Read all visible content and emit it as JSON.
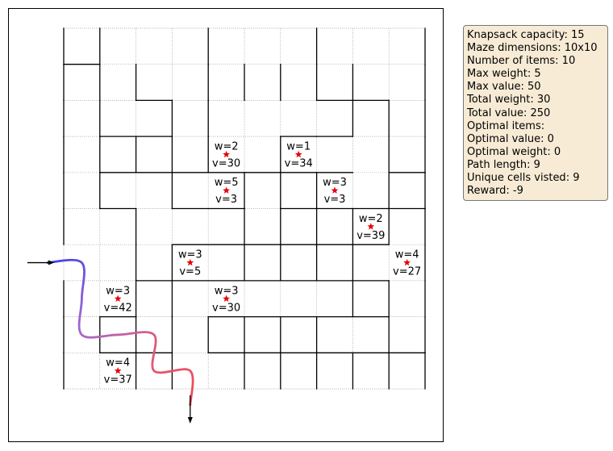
{
  "maze": {
    "rows": 10,
    "cols": 10,
    "walls": {
      "h": [
        [
          0,
          0,
          0,
          0,
          0,
          0,
          0,
          0,
          0,
          0
        ],
        [
          1,
          0,
          0,
          0,
          0,
          0,
          0,
          0,
          0,
          0
        ],
        [
          0,
          0,
          1,
          0,
          0,
          0,
          0,
          1,
          1,
          0
        ],
        [
          0,
          1,
          1,
          0,
          0,
          0,
          1,
          1,
          0,
          0
        ],
        [
          0,
          1,
          1,
          1,
          1,
          1,
          1,
          1,
          0,
          1
        ],
        [
          0,
          1,
          0,
          1,
          1,
          0,
          1,
          1,
          1,
          1
        ],
        [
          0,
          0,
          0,
          1,
          1,
          1,
          1,
          1,
          1,
          0
        ],
        [
          0,
          0,
          1,
          1,
          1,
          1,
          1,
          1,
          1,
          0
        ],
        [
          0,
          1,
          0,
          0,
          1,
          1,
          1,
          1,
          1,
          0
        ],
        [
          0,
          1,
          1,
          0,
          1,
          1,
          1,
          1,
          1,
          1
        ],
        [
          0,
          0,
          0,
          0,
          0,
          0,
          0,
          0,
          0,
          0
        ]
      ],
      "v": [
        [
          1,
          1,
          0,
          0,
          1,
          0,
          0,
          1,
          0,
          0,
          1
        ],
        [
          1,
          1,
          1,
          0,
          1,
          1,
          1,
          1,
          1,
          0,
          1
        ],
        [
          1,
          1,
          0,
          1,
          1,
          0,
          0,
          0,
          1,
          1,
          1
        ],
        [
          1,
          1,
          1,
          1,
          1,
          0,
          1,
          0,
          0,
          1,
          1
        ],
        [
          1,
          1,
          0,
          1,
          0,
          1,
          1,
          1,
          0,
          1,
          1
        ],
        [
          1,
          0,
          1,
          0,
          0,
          1,
          1,
          1,
          1,
          1,
          1
        ],
        [
          0,
          0,
          1,
          1,
          0,
          1,
          1,
          1,
          1,
          0,
          1
        ],
        [
          1,
          0,
          1,
          1,
          0,
          0,
          0,
          0,
          1,
          1,
          1
        ],
        [
          1,
          1,
          1,
          1,
          1,
          1,
          1,
          1,
          0,
          1,
          1
        ],
        [
          1,
          0,
          1,
          1,
          0,
          1,
          1,
          1,
          1,
          1,
          1
        ]
      ]
    },
    "entrance": {
      "row": 6,
      "col": 0
    },
    "exit": {
      "row": 9,
      "col": 3
    },
    "path_cells": [
      [
        6,
        0
      ],
      [
        7,
        0
      ],
      [
        8,
        0
      ],
      [
        8,
        1
      ],
      [
        8,
        2
      ],
      [
        9,
        2
      ],
      [
        9,
        3
      ]
    ],
    "path_gradient": [
      "#3d3de6",
      "#a06ad0",
      "#e05a7a",
      "#ef4a5a"
    ],
    "item_color": "#e8000b"
  },
  "items": [
    {
      "row": 3,
      "col": 4,
      "w": "w=2",
      "v": "v=30"
    },
    {
      "row": 3,
      "col": 6,
      "w": "w=1",
      "v": "v=34"
    },
    {
      "row": 4,
      "col": 4,
      "w": "w=5",
      "v": "v=3"
    },
    {
      "row": 4,
      "col": 7,
      "w": "w=3",
      "v": "v=3"
    },
    {
      "row": 5,
      "col": 8,
      "w": "w=2",
      "v": "v=39"
    },
    {
      "row": 6,
      "col": 3,
      "w": "w=3",
      "v": "v=5"
    },
    {
      "row": 6,
      "col": 9,
      "w": "w=4",
      "v": "v=27"
    },
    {
      "row": 7,
      "col": 1,
      "w": "w=3",
      "v": "v=42"
    },
    {
      "row": 7,
      "col": 4,
      "w": "w=3",
      "v": "v=30"
    },
    {
      "row": 9,
      "col": 1,
      "w": "w=4",
      "v": "v=37"
    }
  ],
  "info": {
    "capacity": "Knapsack capacity: 15",
    "dimensions": "Maze dimensions: 10x10",
    "num_items": "Number of items: 10",
    "max_weight": "Max weight: 5",
    "max_value": "Max value: 50",
    "total_weight": "Total weight: 30",
    "total_value": "Total value: 250",
    "optimal_items": "Optimal items:",
    "optimal_value": "Optimal value: 0",
    "optimal_weight": "Optimal weight: 0",
    "path_length": "Path length: 9",
    "unique_cells": "Unique cells visted: 9",
    "reward": "Reward: -9"
  }
}
